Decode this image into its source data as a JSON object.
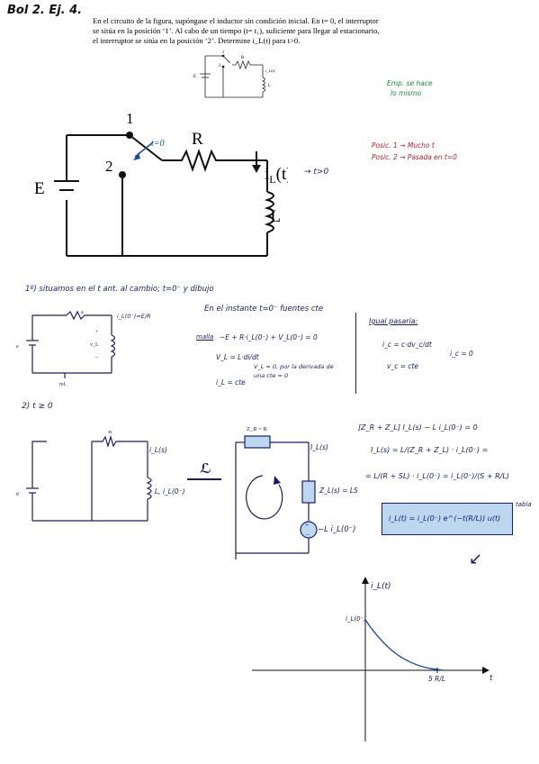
{
  "header": {
    "title": "Bol 2. Ej. 4."
  },
  "statement": {
    "line1": "En el circuito de la figura, supóngase el inductor sin condición inicial. En t= 0, el interruptor",
    "line2": "se sitúa en la posición ‘1’. Al cabo de un tiempo (t= t₁), suficiente para llegar al estacionario,",
    "line3": "el interruptor se sitúa en la posición ‘2’. Determine i_L(t) para t>0."
  },
  "small_circuit": {
    "pos1": "1",
    "pos2": "2",
    "r": "R",
    "e": "E",
    "l": "L",
    "current": "i_L(t)"
  },
  "big_circuit": {
    "pos1": "1",
    "pos2": "2",
    "t0": "t=0",
    "r": "R",
    "e": "E",
    "l": "L",
    "current": "i",
    "current_sub": "L",
    "current_arg": "(t)",
    "current_note": "→ t>0"
  },
  "notes": {
    "green1": "Emp. se hace",
    "green2": "lo mismo",
    "red1": "Posic. 1 → Mucho t",
    "red2": "Posic. 2 → Pasada en t=0"
  },
  "step1": {
    "title": "1º) situamos en el t ant. al cambio; t=0⁻ y dibujo",
    "circuit": {
      "label_a": "a",
      "current": "i_L(0⁻)=E/R",
      "plus": "+",
      "vl": "v_L",
      "minus": "–",
      "e": "e",
      "ref": "ref."
    },
    "instant": "En el instante t=0⁻ fuentes cte",
    "kvl_label": "malla",
    "kvl_eq": "−E + R·i_L(0⁻) + V_L(0⁻) = 0",
    "vl_eq": "V_L = L·di/dt",
    "vl_result": "V_L = 0, por la derivada de una cte = 0",
    "il_eq": "i_L = cte",
    "igual": "Igual pasaría:",
    "ic1": "i_c = c·dv_c/dt",
    "ic2": "v_c = cte",
    "ic3": "i_c = 0"
  },
  "step2": {
    "title": "2) t ≥ 0",
    "circuit": {
      "r": "R",
      "current": "i_L(s)",
      "l": "L, i_L(0⁻)",
      "e": "e"
    },
    "laplace": "ℒ",
    "laplace_circuit": {
      "zr": "Z_R = R",
      "current": "I_L(s)",
      "zl": "Z_L(s) = LS",
      "source": "−L i_L(0⁻)"
    },
    "eq1": "[Z_R + Z_L] I_L(s) − L i_L(0⁻) = 0",
    "eq2": "I_L(s) = L/(Z_R + Z_L) · i_L(0⁻) =",
    "eq3": "= L/(R + SL) · i_L(0⁻) = i_L(0⁻)/(S + R/L)",
    "tabla": "tabla",
    "result": "i_L(t) = i_L(0⁻) e^(−t(R/L)) u(t)"
  },
  "graph": {
    "ylabel": "i_L(t)",
    "y0": "i_L(0⁻)",
    "xmark": "5 R/L",
    "xlabel": "t"
  }
}
